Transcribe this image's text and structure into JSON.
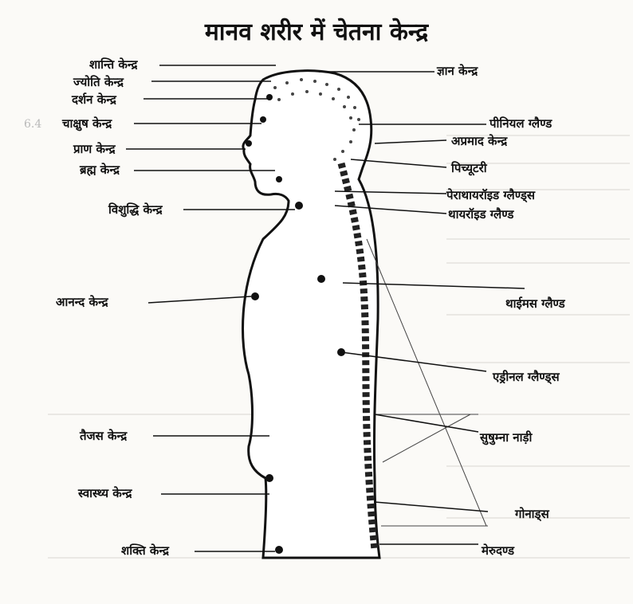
{
  "title": "मानव शरीर में चेतना केन्द्र",
  "labels_left": [
    {
      "text": "शान्ति केन्द्र"
    },
    {
      "text": "ज्योति केन्द्र"
    },
    {
      "text": "दर्शन केन्द्र"
    },
    {
      "text": "चाक्षुष केन्द्र"
    },
    {
      "text": "प्राण केन्द्र"
    },
    {
      "text": "ब्रह्म केन्द्र"
    },
    {
      "text": "विशुद्धि केन्द्र"
    },
    {
      "text": "आनन्द केन्द्र"
    },
    {
      "text": "तैजस केन्द्र"
    },
    {
      "text": "स्वास्थ्य केन्द्र"
    },
    {
      "text": "शक्ति केन्द्र"
    }
  ],
  "labels_right": [
    {
      "text": "ज्ञान केन्द्र"
    },
    {
      "text": "पीनियल ग्लैण्ड"
    },
    {
      "text": "अप्रमाद केन्द्र"
    },
    {
      "text": "पिच्यूटरी"
    },
    {
      "text": "पेराथायरॉइड ग्लैण्ड्स"
    },
    {
      "text": "थायरॉइड ग्लैण्ड"
    },
    {
      "text": "थाईमस ग्लैण्ड"
    },
    {
      "text": "एड्रीनल ग्लैण्ड्स"
    },
    {
      "text": "सुषुम्ना नाड़ी"
    },
    {
      "text": "गोनाड्स"
    },
    {
      "text": "मेरुदण्ड"
    }
  ],
  "background_text": {
    "section_number": "6.4"
  }
}
